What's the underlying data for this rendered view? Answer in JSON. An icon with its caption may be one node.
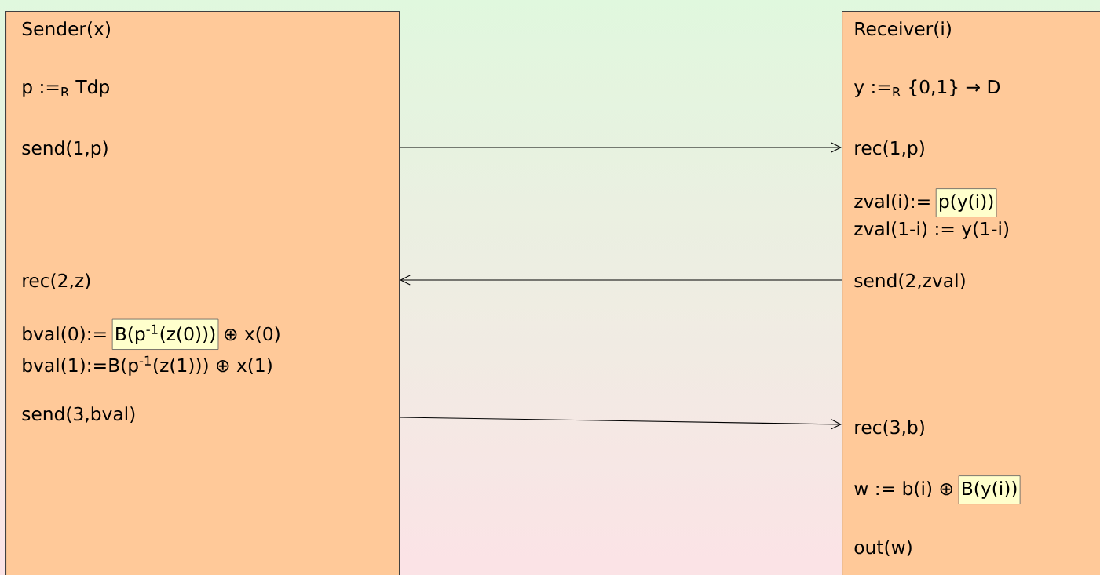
{
  "diagram": {
    "nodes": [
      {
        "text": [
          "Sender(x)",
          "p :=$_{R}$ Tdp",
          "send(1,p)",
          "rec(2,z)",
          "bval(0):=",
          "⊕ x(0)",
          "bval(1):=B(p$^{-1}$(z(1))) ⊕ x(1)",
          "send(3,bval)"
        ]
      },
      {
        "text": [
          "B(p$^{-1}$(z(0)))"
        ],
        "in": 0
      },
      {
        "text": [
          "Receiver(i)",
          "y :=$_{R}$ {0,1} → D",
          "rec(1,p)",
          "zval(i):=",
          "zval(1-i) := y(1-i)",
          "send(2,zval)",
          "rec(3,b)",
          "w := b(i) ⊕",
          "out(w)"
        ]
      },
      {
        "text": [
          "p(y(i))"
        ],
        "in": 2
      },
      {
        "text": [
          "B(y(i))"
        ],
        "in": 2
      }
    ],
    "edges": [
      {
        "from": 0,
        "to": 2,
        "arrow": "to"
      },
      {
        "from": 2,
        "to": 0,
        "arrow": "to"
      },
      {
        "from": 0,
        "to": 2,
        "arrow": "to"
      }
    ]
  }
}
